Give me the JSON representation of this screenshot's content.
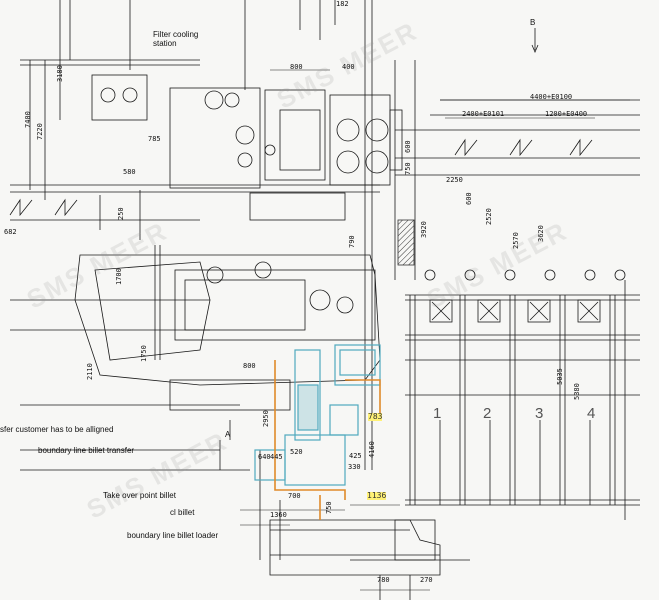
{
  "labels": {
    "filter_station": "Filter cooling\nstation",
    "transfer_aligned": "sfer customer has to be alligned",
    "boundary_transfer": "boundary line billet transfer",
    "take_over": "Take over point billet",
    "cl_billet": "cl billet",
    "boundary_loader": "boundary line billet loader",
    "mark_a": "A",
    "mark_b": "B",
    "watermark": "SMS MEER"
  },
  "dims": {
    "d4400": "4400+E0100",
    "d2400": "2400+E0101",
    "d1200": "1200+E0400",
    "d800": "800",
    "d400": "400",
    "d3180": "3180",
    "d7220": "7220",
    "d7400": "7400",
    "d785": "785",
    "d580": "580",
    "d2250": "2250",
    "d750a": "750",
    "d600a": "600",
    "d600b": "600",
    "d250": "250",
    "d3920": "3920",
    "d790": "790",
    "d2520": "2520",
    "d2570": "2570",
    "d3620": "3620",
    "d1700": "1700",
    "d1750": "1750",
    "d800b": "800",
    "d2110": "2110",
    "d5035": "5035",
    "d5380": "5380",
    "d2950": "2950",
    "d520": "520",
    "d425": "425",
    "d330": "330",
    "d4160": "4160",
    "d640": "640",
    "d445": "445",
    "d700": "700",
    "d750b": "750",
    "d1360": "1360",
    "d780": "780",
    "d270": "270",
    "d182": "182",
    "d682": "682",
    "hl783": "783",
    "hl1136": "1136"
  },
  "stations": [
    "1",
    "2",
    "3",
    "4"
  ],
  "colors": {
    "line": "#1a1a1a",
    "cyan": "#4fa9bd",
    "orange": "#e08a2a",
    "yellow": "#fff176"
  }
}
